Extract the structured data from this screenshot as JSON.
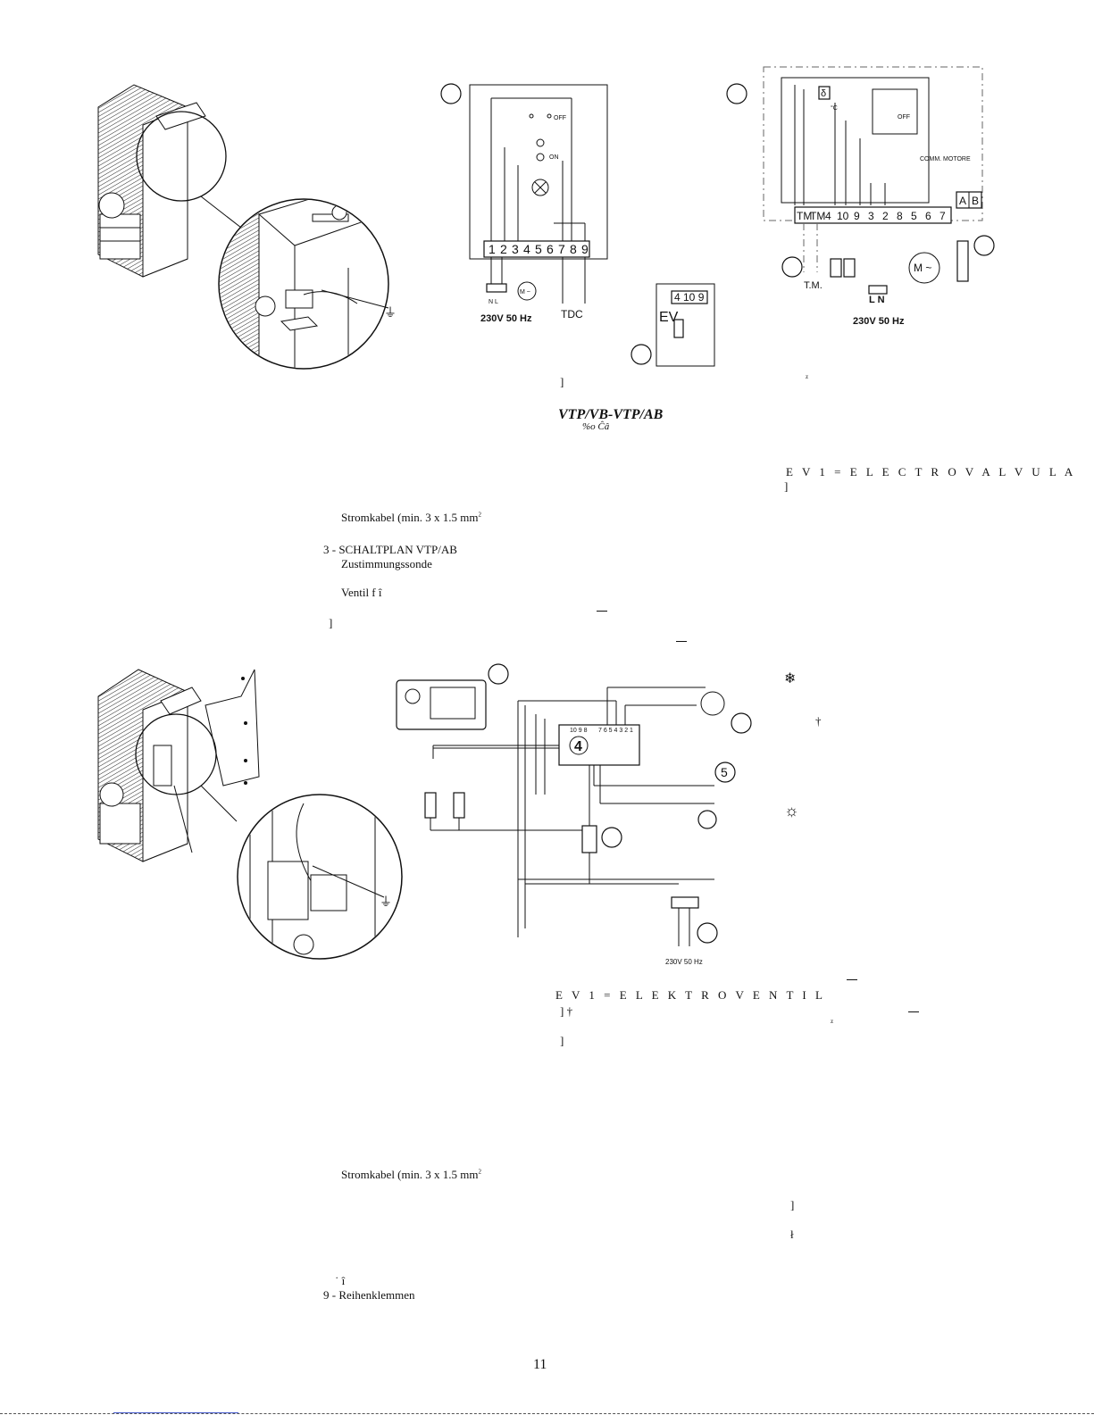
{
  "page_number": "11",
  "diagram_top_middle": {
    "terminals": [
      "1",
      "2",
      "3",
      "4",
      "5",
      "6",
      "7",
      "8",
      "9"
    ],
    "supply_label": "230V 50 Hz",
    "tdc_label": "TDC",
    "nl_label": "N  L",
    "motor_label": "M ~",
    "switch_off": "OFF",
    "switch_on": "ON",
    "ev_label": "EV",
    "ev_terminals": "4 10 9"
  },
  "diagram_top_right": {
    "terminals": [
      "TM",
      "TM",
      "4",
      "10",
      "9",
      "3",
      "2",
      "8",
      "5",
      "6",
      "7"
    ],
    "ab_labels": [
      "A",
      "B"
    ],
    "delta_label": "δ",
    "deg_label": "°C",
    "off_label": "OFF",
    "comm_label": "COMM. MOTORE",
    "tm_label": "T.M.",
    "supply_label": "230V 50 Hz",
    "ln_label": "L N",
    "motor_label": "M ~"
  },
  "diagram_bottom_middle": {
    "module_label": "4",
    "terminal_label_5": "5",
    "supply_label": "230V 50 Hz",
    "top_terminals": "10 9 8",
    "right_terminals": "7 6 5 4 3 2 1"
  },
  "texts": {
    "bracket_1": "]",
    "model_title": "VTP/VB-VTP/AB",
    "model_garbage": "%o    Ĉâ",
    "ev1_spanish": "E V 1  =  E L E C T R O V A L V U L A",
    "bracket_2": "]",
    "stromkabel_1": "Stromkabel (min. 3 x 1.5 mm",
    "stromkabel_1_sup": "2",
    "schaltplan": "3 - SCHALTPLAN VTP/AB",
    "sonde": "Zustimmungssonde",
    "ventil": "Ventil f  î",
    "bracket_3": "]",
    "ev1_german": "E V 1 = E L E K T R O V E N T I L",
    "bracket_dagger": "] †",
    "bracket_4": "]",
    "stromkabel_2": "Stromkabel (min. 3 x 1.5 mm",
    "stromkabel_2_sup": "2",
    "glyph_i": "˙ î",
    "reihenklemmen": "9 - Reihenklemmen",
    "dagger_right": "†",
    "bracket_r1": "]",
    "bracket_r2": "ł",
    "z_char": "z",
    "z_char_2": "z"
  }
}
